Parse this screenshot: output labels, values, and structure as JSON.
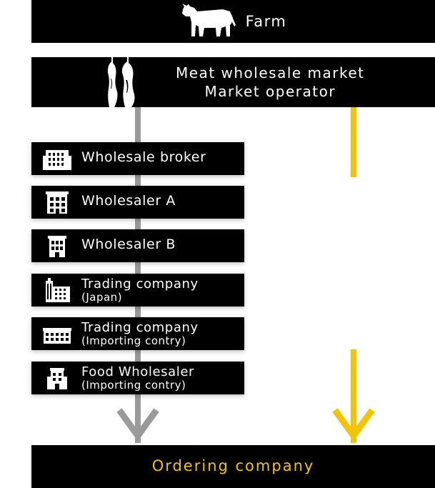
{
  "farm": {
    "label": "Farm",
    "icon": "cow-icon"
  },
  "market": {
    "line1": "Meat wholesale market",
    "line2": "Market operator",
    "icon": "meat-carcass-icon"
  },
  "intermediaries": [
    {
      "label": "Wholesale broker",
      "sub": "",
      "icon": "office-building-icon"
    },
    {
      "label": "Wholesaler A",
      "sub": "",
      "icon": "building-icon"
    },
    {
      "label": "Wholesaler B",
      "sub": "",
      "icon": "small-building-icon"
    },
    {
      "label": "Trading company",
      "sub": "(Japan)",
      "icon": "tower-building-icon"
    },
    {
      "label": "Trading company",
      "sub": "(Importing contry)",
      "icon": "wide-building-icon"
    },
    {
      "label": "Food Wholesaler",
      "sub": "(Importing contry)",
      "icon": "shop-building-icon"
    }
  ],
  "ordering": {
    "label": "Ordering company"
  },
  "colors": {
    "bar": "#000000",
    "traditional_flow": "#9a9a9a",
    "direct_flow": "#f5c400",
    "highlight_text": "#f5c400"
  }
}
